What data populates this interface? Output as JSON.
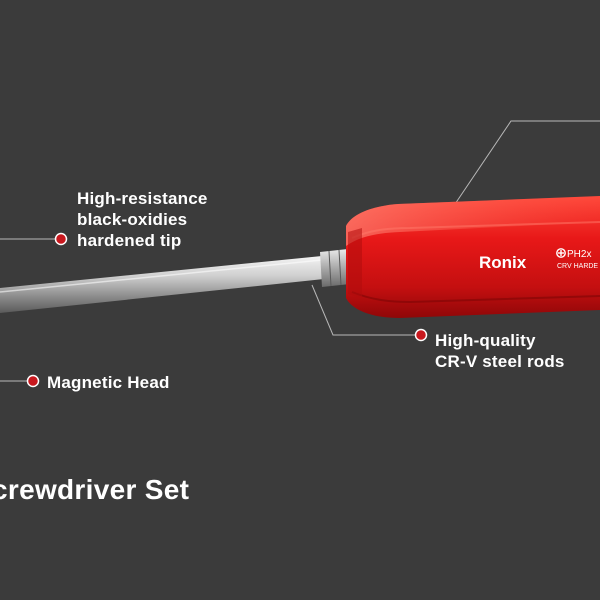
{
  "callouts": {
    "tip": {
      "lines": [
        "High-resistance",
        "black-oxidies",
        "hardened tip"
      ]
    },
    "rods": {
      "lines": [
        "High-quality",
        "CR-V steel rods"
      ]
    },
    "magnetic": {
      "lines": [
        "Magnetic Head"
      ]
    }
  },
  "product": {
    "title": "crewdriver Set",
    "brand": "Ronix",
    "handle_spec_line1": "PH2x",
    "handle_spec_line2": "CRV  HARDE"
  },
  "colors": {
    "background": "#3b3b3b",
    "handle_red": "#e81818",
    "callout_dot": "#c8181e",
    "text": "#ffffff"
  }
}
